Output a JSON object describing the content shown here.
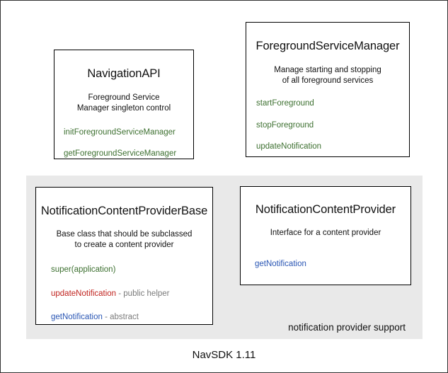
{
  "diagram": {
    "caption": "NavSDK 1.11",
    "group": {
      "label": "notification provider support"
    },
    "colors": {
      "green": "#3d7030",
      "red": "#c0241f",
      "blue": "#2a56b4",
      "note_gray": "#7b7b7b",
      "panel_gray": "#e9e9e9",
      "box_border": "#000000",
      "text": "#111111"
    },
    "boxes": {
      "navigation_api": {
        "title": "NavigationAPI",
        "desc_line1": "Foreground Service",
        "desc_line2": "Manager singleton control",
        "methods": [
          {
            "name": "initForegroundServiceManager",
            "note": ""
          },
          {
            "name": "getForegroundServiceManager",
            "note": ""
          }
        ]
      },
      "foreground_service_manager": {
        "title": "ForegroundServiceManager",
        "desc_line1": "Manage starting and stopping",
        "desc_line2": "of all foreground services",
        "methods": [
          {
            "name": "startForeground",
            "note": ""
          },
          {
            "name": "stopForeground",
            "note": ""
          },
          {
            "name": "updateNotification",
            "note": ""
          }
        ]
      },
      "notification_content_provider_base": {
        "title": "NotificationContentProviderBase",
        "desc_line1": "Base class that should be subclassed",
        "desc_line2": "to create a content provider",
        "methods": [
          {
            "name": "super(application)",
            "note": ""
          },
          {
            "name": "updateNotification",
            "note": " - public helper"
          },
          {
            "name": "getNotification",
            "note": " - abstract"
          }
        ]
      },
      "notification_content_provider": {
        "title": "NotificationContentProvider",
        "desc_line1": "Interface for a content provider",
        "desc_line2": "",
        "methods": [
          {
            "name": "getNotification",
            "note": ""
          }
        ]
      }
    }
  }
}
